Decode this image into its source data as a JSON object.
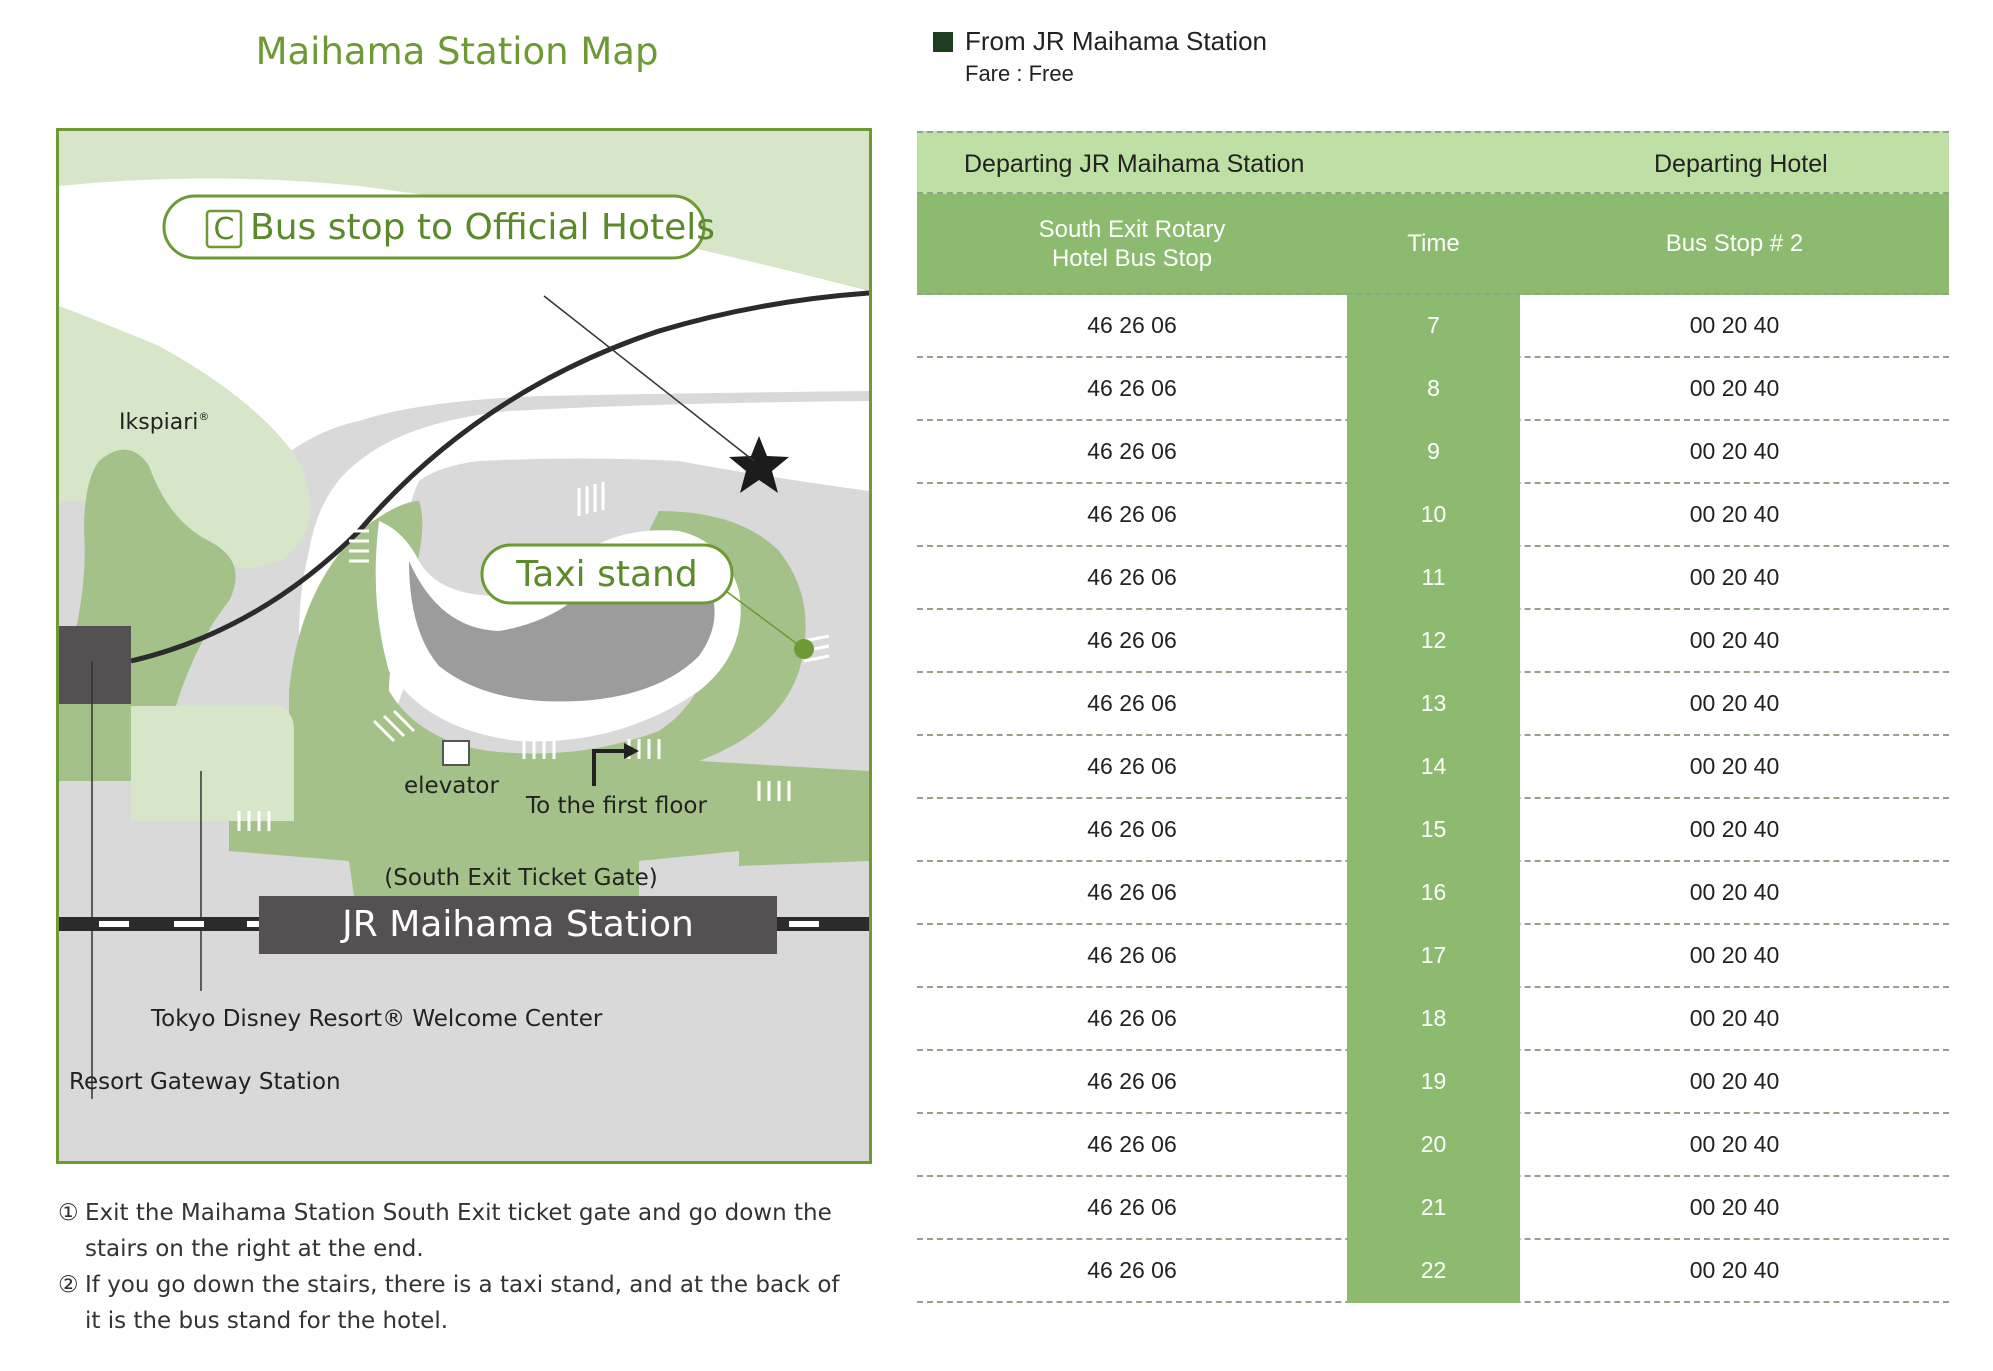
{
  "map": {
    "title": "Maihama Station Map",
    "bus_stop_badge_letter": "C",
    "bus_stop_label": "Bus stop to Official Hotels",
    "taxi_label": "Taxi stand",
    "ikspiari_label": "Ikspiari",
    "registered_mark": "®",
    "elevator_label": "elevator",
    "first_floor_label": "To the first floor",
    "ticket_gate_label": "(South Exit Ticket Gate)",
    "station_label": "JR Maihama Station",
    "welcome_center_label": "Tokyo Disney Resort® Welcome Center",
    "gateway_label": "Resort Gateway Station"
  },
  "instructions": [
    {
      "num": "①",
      "text": "Exit the Maihama Station South Exit ticket gate and go down the stairs on the right at the end."
    },
    {
      "num": "②",
      "text": "If you go down the stairs, there is a taxi stand, and at the back of it is the bus stand for the hotel."
    }
  ],
  "route": {
    "title": "From JR Maihama Station",
    "fare": "Fare : Free"
  },
  "timetable": {
    "top_left": "Departing JR Maihama Station",
    "top_right": "Departing Hotel",
    "col_left_line1": "South Exit Rotary",
    "col_left_line2": "Hotel Bus Stop",
    "col_mid": "Time",
    "col_right": "Bus Stop # 2",
    "rows": [
      {
        "left": "46 26 06",
        "hour": "7",
        "right": "00 20 40"
      },
      {
        "left": "46 26 06",
        "hour": "8",
        "right": "00 20 40"
      },
      {
        "left": "46 26 06",
        "hour": "9",
        "right": "00 20 40"
      },
      {
        "left": "46 26 06",
        "hour": "10",
        "right": "00 20 40"
      },
      {
        "left": "46 26 06",
        "hour": "11",
        "right": "00 20 40"
      },
      {
        "left": "46 26 06",
        "hour": "12",
        "right": "00 20 40"
      },
      {
        "left": "46 26 06",
        "hour": "13",
        "right": "00 20 40"
      },
      {
        "left": "46 26 06",
        "hour": "14",
        "right": "00 20 40"
      },
      {
        "left": "46 26 06",
        "hour": "15",
        "right": "00 20 40"
      },
      {
        "left": "46 26 06",
        "hour": "16",
        "right": "00 20 40"
      },
      {
        "left": "46 26 06",
        "hour": "17",
        "right": "00 20 40"
      },
      {
        "left": "46 26 06",
        "hour": "18",
        "right": "00 20 40"
      },
      {
        "left": "46 26 06",
        "hour": "19",
        "right": "00 20 40"
      },
      {
        "left": "46 26 06",
        "hour": "20",
        "right": "00 20 40"
      },
      {
        "left": "46 26 06",
        "hour": "21",
        "right": "00 20 40"
      },
      {
        "left": "46 26 06",
        "hour": "22",
        "right": "00 20 40"
      }
    ]
  },
  "colors": {
    "accent_green": "#6e9a34",
    "table_header": "#bfe0a5",
    "table_column": "#8cba6f",
    "map_green": "#a4c18a",
    "map_light_green": "#d7e6c8",
    "station_dark": "#555153"
  }
}
